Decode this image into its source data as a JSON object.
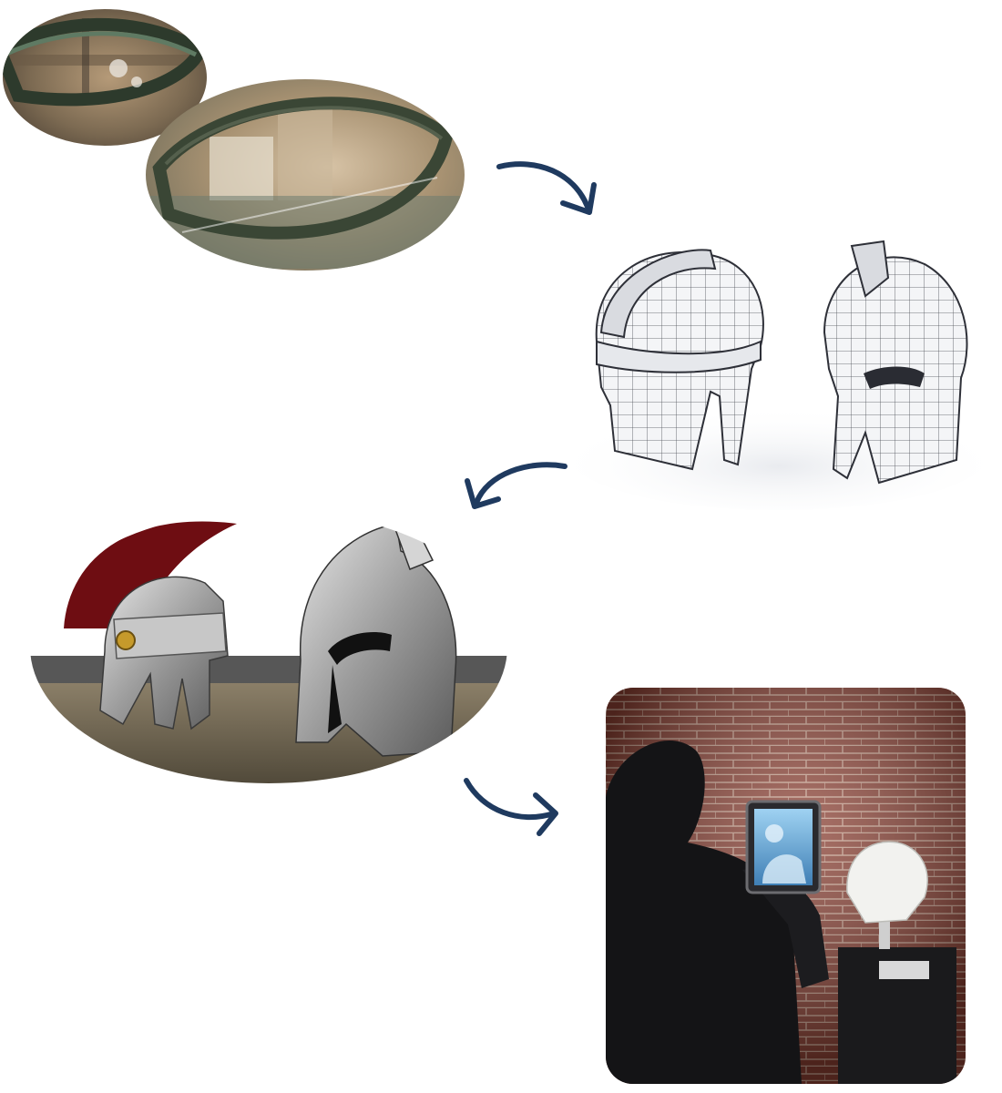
{
  "title": "",
  "colors": {
    "arrow": "#1f3a5f",
    "bronze_dark": "#2f3a2a",
    "crest": "#6e0d12",
    "brick": "#8a3f32"
  },
  "steps": [
    {
      "name": "excavated-helmet-photos",
      "icon": "photo-icon"
    },
    {
      "name": "wireframe-helmet-models",
      "icon": "mesh-icon"
    },
    {
      "name": "textured-helmet-render",
      "icon": "render-icon"
    },
    {
      "name": "augmented-reality-museum-view",
      "icon": "tablet-icon"
    }
  ],
  "arrows": [
    {
      "name": "arrow-excavation-to-wireframe",
      "icon": "curved-arrow-icon"
    },
    {
      "name": "arrow-wireframe-to-render",
      "icon": "curved-arrow-icon"
    },
    {
      "name": "arrow-render-to-ar",
      "icon": "curved-arrow-icon"
    }
  ]
}
